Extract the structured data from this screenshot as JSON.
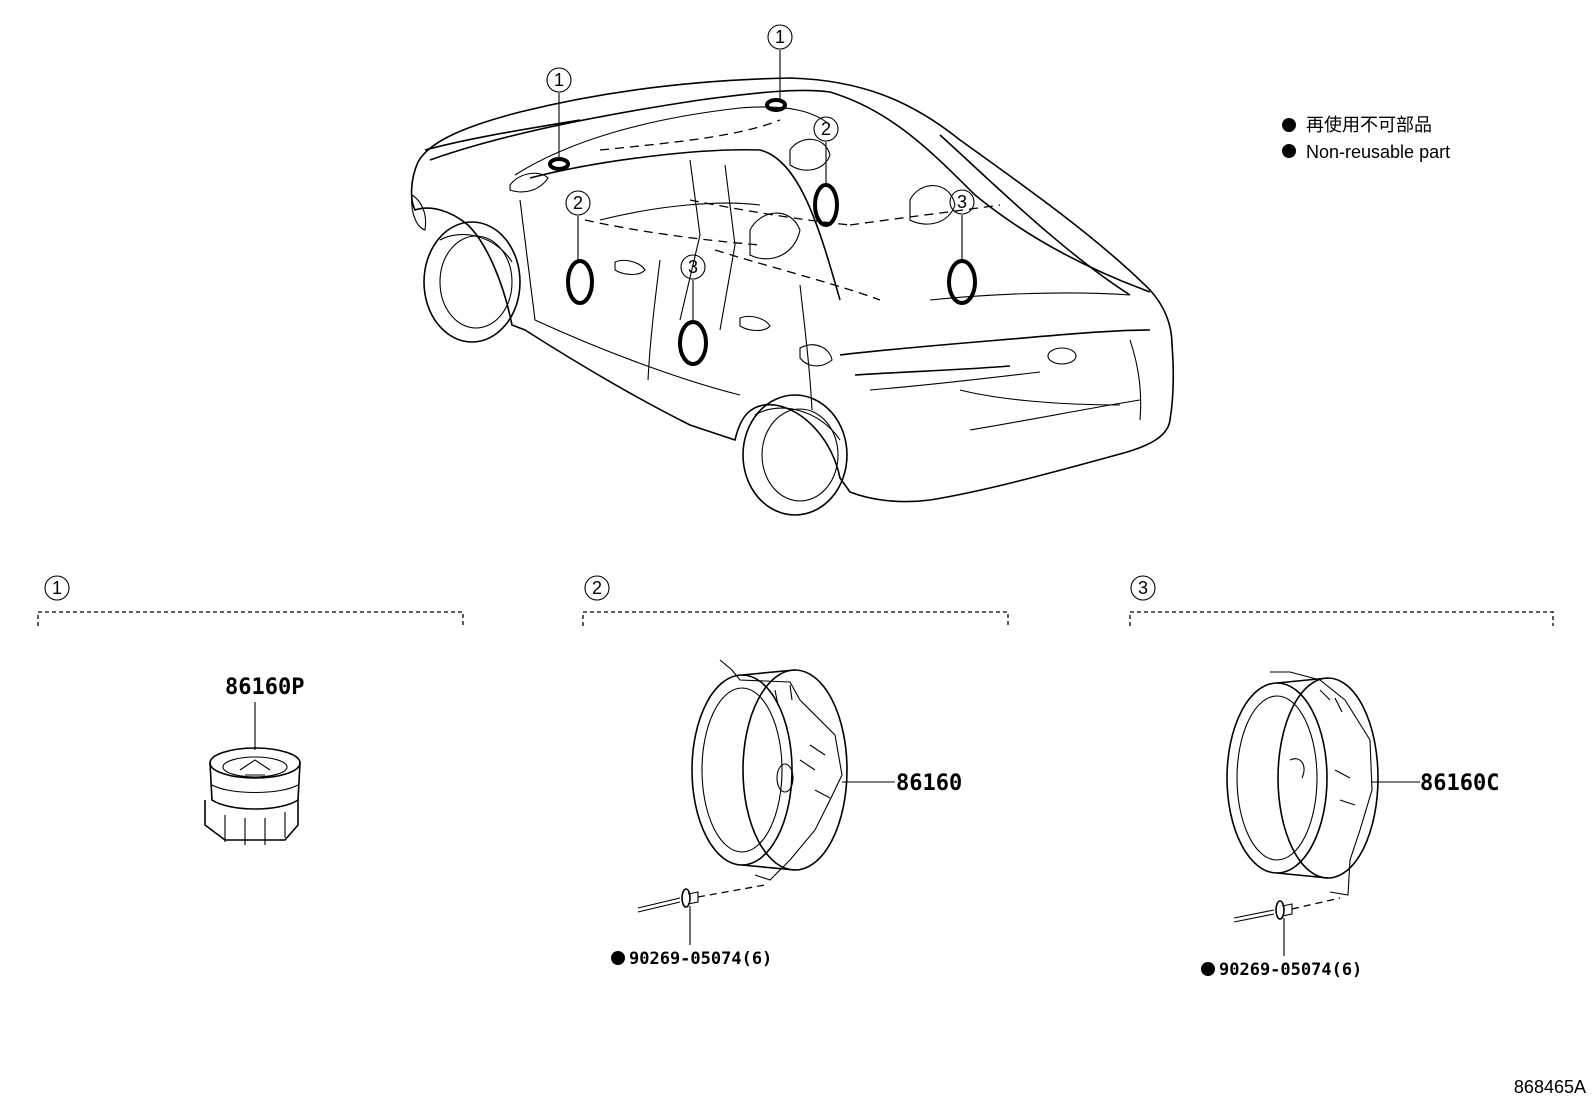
{
  "legend": [
    {
      "symbol": "filled-dot",
      "text": "再使用不可部品"
    },
    {
      "symbol": "filled-dot",
      "text": "Non-reusable part"
    }
  ],
  "vehicle_callouts": [
    "1",
    "1",
    "2",
    "2",
    "3",
    "3"
  ],
  "sections": [
    {
      "number": "1",
      "parts": [
        {
          "part_number": "86160P"
        }
      ]
    },
    {
      "number": "2",
      "parts": [
        {
          "part_number": "86160"
        },
        {
          "part_number": "90269-05074(6)",
          "non_reusable": true
        }
      ]
    },
    {
      "number": "3",
      "parts": [
        {
          "part_number": "86160C"
        },
        {
          "part_number": "90269-05074(6)",
          "non_reusable": true
        }
      ]
    }
  ],
  "diagram_code": "868465A"
}
